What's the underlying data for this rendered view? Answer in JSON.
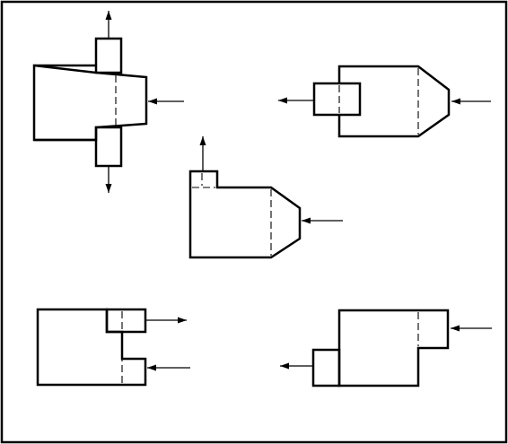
{
  "figure": {
    "panels": [
      {
        "id": "tl",
        "arrows": [
          "up",
          "down",
          "left"
        ]
      },
      {
        "id": "tr",
        "arrows": [
          "left",
          "left"
        ]
      },
      {
        "id": "center",
        "arrows": [
          "up",
          "left"
        ]
      },
      {
        "id": "bl",
        "arrows": [
          "right",
          "left"
        ]
      },
      {
        "id": "br",
        "arrows": [
          "left",
          "left"
        ]
      }
    ],
    "colors": {
      "stroke": "#000000",
      "background": "#ffffff"
    }
  }
}
